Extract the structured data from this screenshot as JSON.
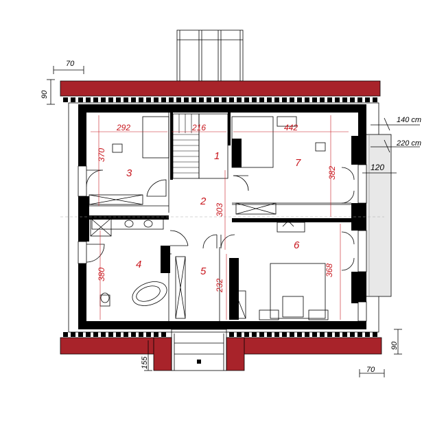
{
  "rooms": [
    {
      "number": "1"
    },
    {
      "number": "2"
    },
    {
      "number": "3"
    },
    {
      "number": "4"
    },
    {
      "number": "5"
    },
    {
      "number": "6"
    },
    {
      "number": "7"
    }
  ],
  "inner_dimensions": {
    "r3_width": "292",
    "r1_width": "216",
    "r7_width": "442",
    "r3_depth": "370",
    "r7_depth": "382",
    "r2_depth": "303",
    "r4_depth": "380",
    "r5_depth": "232",
    "r6_depth": "368"
  },
  "outer_dimensions": {
    "top_offset": "70",
    "top_height": "90",
    "bottom_height": "90",
    "bottom_offset": "70",
    "entrance_depth": "155",
    "balcony_width": "120",
    "level_upper": "140 cm",
    "level_lower": "220 cm"
  },
  "colors": {
    "roof": "#a8232a",
    "wall": "#000000",
    "dimension_text": "#c8161d",
    "balcony": "#e8e8e8"
  }
}
